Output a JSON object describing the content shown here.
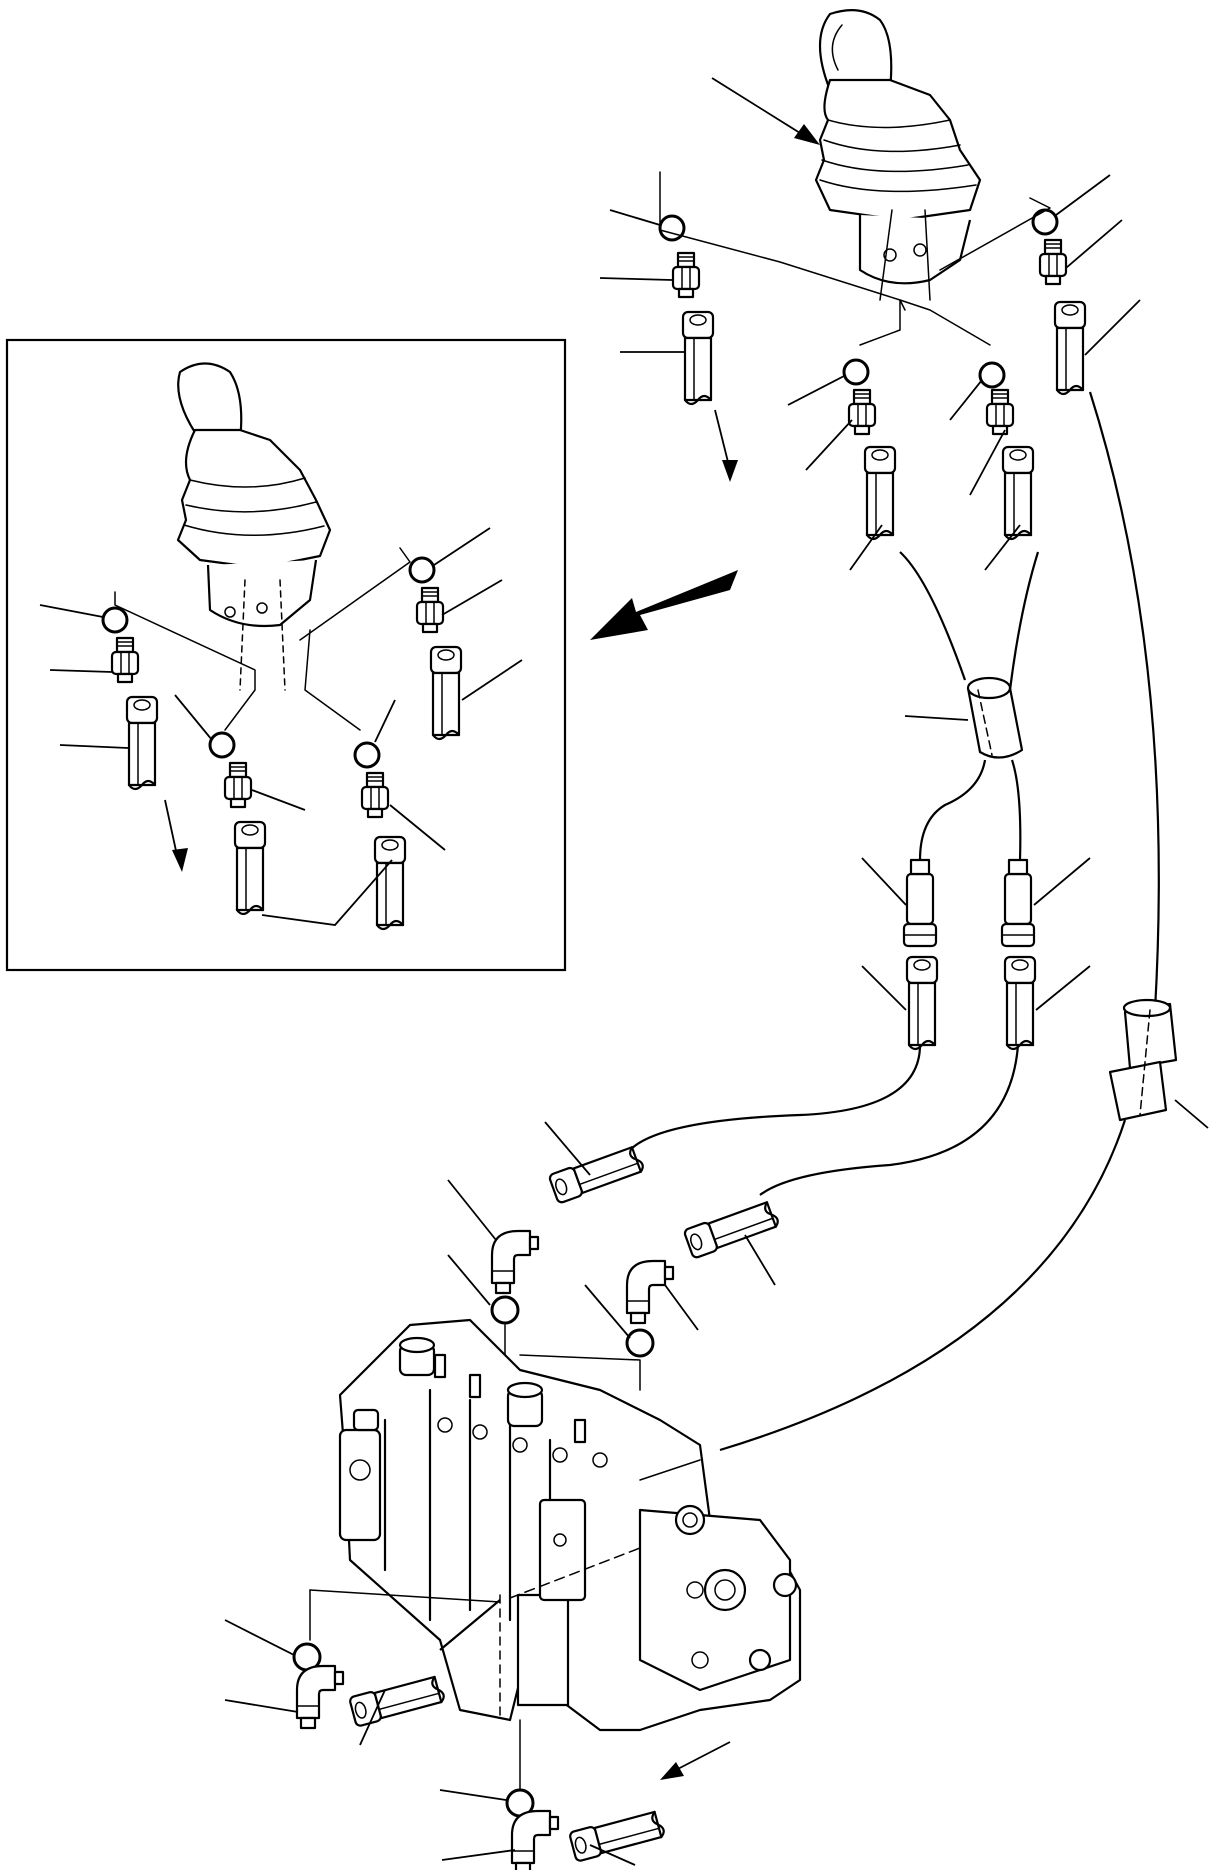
{
  "drawing": {
    "description_visible_text": [],
    "components": {
      "joystick": "joystick-lever",
      "inset": "detail-inset",
      "valve": "control-valve",
      "direction_arrow": "arrow-icon"
    }
  },
  "colors": {
    "line": "#000000",
    "background": "#ffffff"
  }
}
